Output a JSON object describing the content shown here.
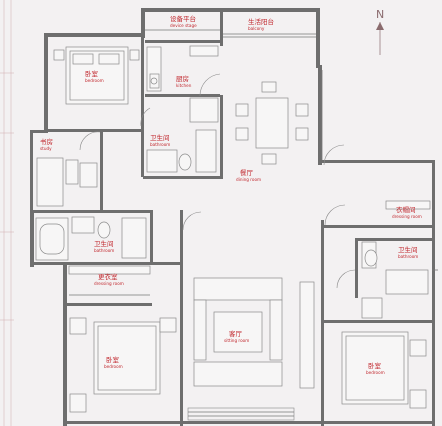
{
  "compass": {
    "label": "N"
  },
  "rooms": [
    {
      "id": "device-stage",
      "zh": "设备平台",
      "en": "device stage"
    },
    {
      "id": "balcony",
      "zh": "生活阳台",
      "en": "balcony"
    },
    {
      "id": "bedroom-nw",
      "zh": "卧室",
      "en": "bedroom"
    },
    {
      "id": "kitchen",
      "zh": "厨房",
      "en": "kitchen"
    },
    {
      "id": "bathroom-n",
      "zh": "卫生间",
      "en": "bathroom"
    },
    {
      "id": "study",
      "zh": "书房",
      "en": "study"
    },
    {
      "id": "dining-room",
      "zh": "餐厅",
      "en": "dining room"
    },
    {
      "id": "dressing-room-e",
      "zh": "衣帽间",
      "en": "dressing room"
    },
    {
      "id": "bathroom-w",
      "zh": "卫生间",
      "en": "bathroom"
    },
    {
      "id": "bathroom-e",
      "zh": "卫生间",
      "en": "bathroom"
    },
    {
      "id": "dressing-room-w",
      "zh": "更衣室",
      "en": "dressing room"
    },
    {
      "id": "sitting-room",
      "zh": "客厅",
      "en": "sitting room"
    },
    {
      "id": "bedroom-sw",
      "zh": "卧室",
      "en": "bedroom"
    },
    {
      "id": "bedroom-se",
      "zh": "卧室",
      "en": "bedroom"
    }
  ],
  "colors": {
    "label": "#c1272d",
    "wall": "#6e6e6e",
    "paper": "#f3f1f2"
  }
}
